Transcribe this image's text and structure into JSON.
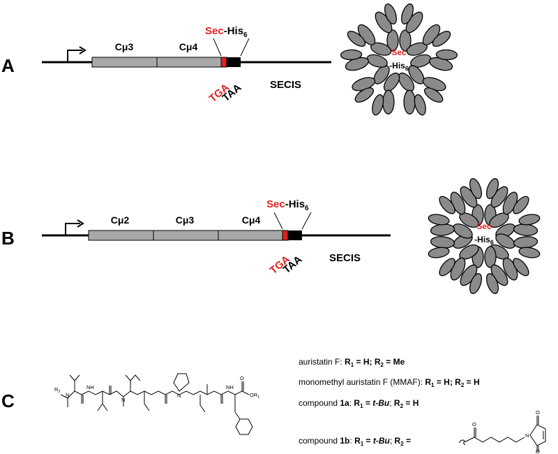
{
  "colors": {
    "accent_red": "#e02020",
    "segment_gray": "#a8a8a8",
    "blob_gray": "#8a8a8a"
  },
  "panel_a": {
    "label": "A",
    "domains": [
      "Cμ3",
      "Cμ4"
    ],
    "tag": {
      "sec": "Sec",
      "his": "-His",
      "his_sub": "6"
    },
    "codons": {
      "tga": "TGA",
      "taa": "TAA"
    },
    "secis": "SECIS",
    "oligomer_label": {
      "sec": "Sec",
      "his": "-His",
      "his_sub": "6"
    }
  },
  "panel_b": {
    "label": "B",
    "domains": [
      "Cμ2",
      "Cμ3",
      "Cμ4"
    ],
    "tag": {
      "sec": "Sec",
      "his": "-His",
      "his_sub": "6"
    },
    "codons": {
      "tga": "TGA",
      "taa": "TAA"
    },
    "secis": "SECIS",
    "oligomer_label": {
      "sec": "Sec",
      "his": "-His",
      "his_sub": "6"
    }
  },
  "panel_c": {
    "label": "C",
    "structure_atoms": {
      "r2n": "R",
      "r2n_sub": "2",
      "n1": "N",
      "nh1": "NH",
      "n2": "N",
      "nh2": "NH",
      "o": "O",
      "or1": "OR",
      "or1_sub": "1",
      "n_pro": "N"
    },
    "compounds": [
      {
        "prefix": "auristatin F:  ",
        "r1": "R",
        "r1_sub": "1",
        "r1_val": " = H; ",
        "r2": "R",
        "r2_sub": "2",
        "r2_val": " = Me"
      },
      {
        "prefix": "monomethyl auristatin F (MMAF):  ",
        "r1": "R",
        "r1_sub": "1",
        "r1_val": " = H; ",
        "r2": "R",
        "r2_sub": "2",
        "r2_val": " = H"
      },
      {
        "prefix": "compound ",
        "id": "1a",
        "sep": ":  ",
        "r1": "R",
        "r1_sub": "1",
        "r1_eq": " = ",
        "r1_val": "t-Bu",
        "mid": "; ",
        "r2": "R",
        "r2_sub": "2",
        "r2_val": " = H"
      },
      {
        "prefix": "compound ",
        "id": "1b",
        "sep": ":  ",
        "r1": "R",
        "r1_sub": "1",
        "r1_eq": " = ",
        "r1_val": "t-Bu",
        "mid": "; ",
        "r2": "R",
        "r2_sub": "2",
        "r2_val": " = "
      }
    ],
    "linker_atoms": {
      "o1": "O",
      "o2": "O",
      "o3": "O",
      "n": "N"
    }
  }
}
